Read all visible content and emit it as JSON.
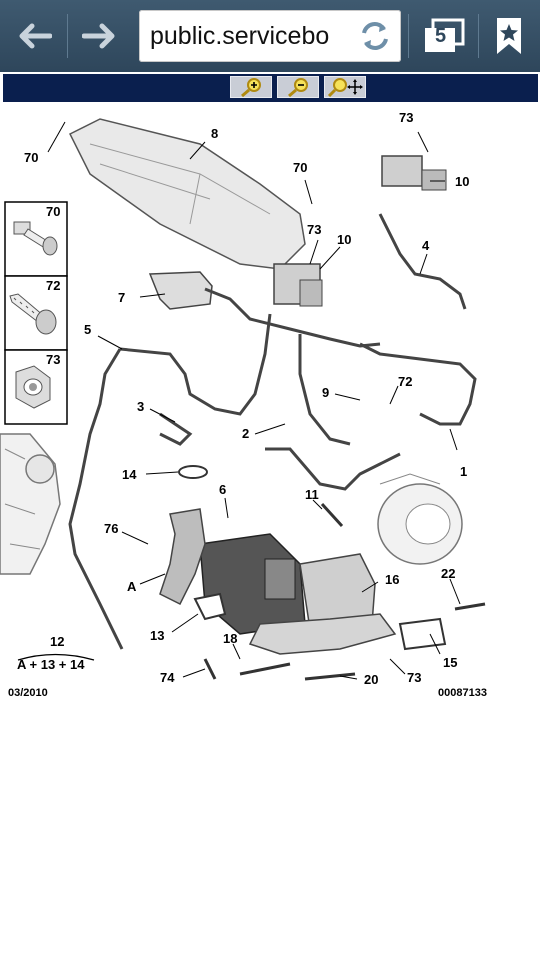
{
  "browser": {
    "url": "public.servicebo",
    "tab_count": "5",
    "icons": {
      "back": "back-arrow-icon",
      "forward": "forward-arrow-icon",
      "reload": "reload-icon",
      "tabs": "tabs-icon",
      "bookmark": "bookmark-star-icon"
    }
  },
  "zoom_controls": {
    "icons": [
      "zoom-in-icon",
      "zoom-out-icon",
      "zoom-pan-icon"
    ]
  },
  "diagram": {
    "date": "03/2010",
    "reference": "00087133",
    "kit_label": "12",
    "kit_formula": "A + 13 + 14",
    "legend": [
      "70",
      "72",
      "73"
    ],
    "callouts": [
      "70",
      "8",
      "73",
      "10",
      "70",
      "73",
      "10",
      "4",
      "7",
      "5",
      "72",
      "9",
      "3",
      "2",
      "1",
      "14",
      "6",
      "11",
      "76",
      "A",
      "16",
      "22",
      "13",
      "18",
      "15",
      "74",
      "20",
      "73"
    ]
  },
  "colors": {
    "toolbar": "#34506a",
    "zoombar": "#0a1f4e"
  }
}
